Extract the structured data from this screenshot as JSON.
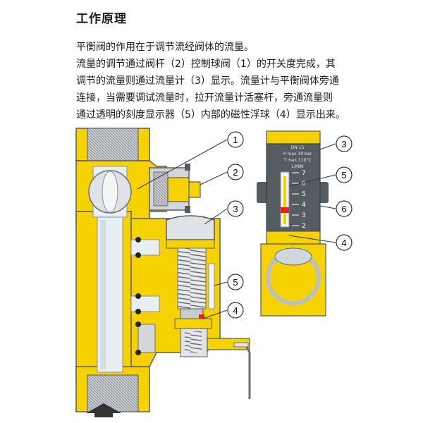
{
  "title": "工作原理",
  "description": [
    "平衡阀的作用在于调节流经阀体的流量。",
    "流量的调节通过阀杆（2）控制球阀（1）的开关度完成，其",
    "调节的流量则通过流量计（3）显示。流量计与平衡阀体旁通",
    "连接，当需要调试流量时，拉开流量计活塞杆，旁通流量则",
    "通过透明的刻度显示器（5）内部的磁性浮球（4）显示出来。"
  ],
  "main_callouts": [
    "1",
    "2",
    "3",
    "5",
    "4"
  ],
  "gauge_callouts": [
    "3",
    "5",
    "6",
    "4"
  ],
  "gauge": {
    "spec_lines": [
      "DN 15",
      "P max 10 bar",
      "T max 110°C",
      "L/MIN"
    ],
    "scale": [
      "7",
      "6",
      "5",
      "4",
      "3",
      "2"
    ]
  },
  "colors": {
    "body_yellow": "#f5d200",
    "outline": "#5a5a5a",
    "steel": "#cfd6dc",
    "dark_grey": "#555d63",
    "indicator_red": "#e2231a"
  },
  "icons": {
    "flow_direction": "arrow-up-icon"
  }
}
